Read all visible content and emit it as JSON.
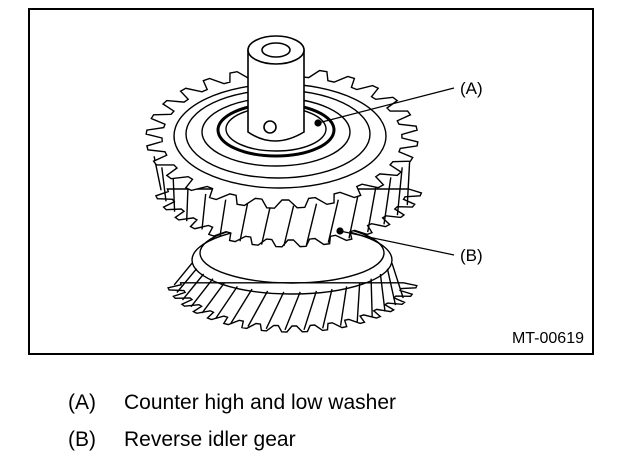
{
  "figure": {
    "code": "MT-00619",
    "callouts": [
      {
        "key": "(A)"
      },
      {
        "key": "(B)"
      }
    ]
  },
  "legend": [
    {
      "key": "(A)",
      "text": "Counter high and low washer"
    },
    {
      "key": "(B)",
      "text": "Reverse idler gear"
    }
  ]
}
